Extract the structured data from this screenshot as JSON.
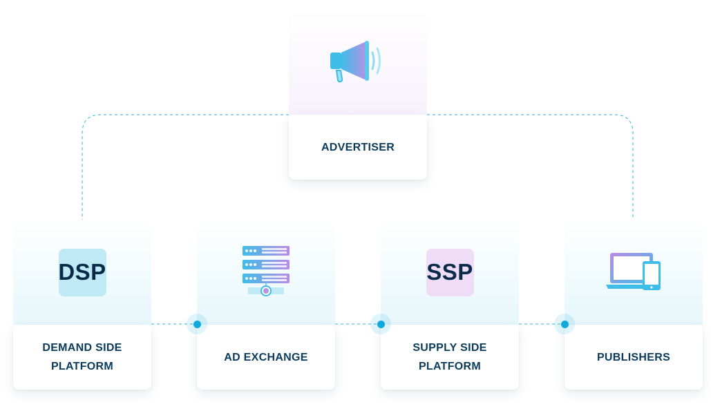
{
  "nodes": {
    "advertiser": {
      "label": "ADVERTISER",
      "icon": "megaphone-icon"
    },
    "dsp": {
      "label": "DEMAND SIDE PLATFORM",
      "badge": "DSP"
    },
    "ad_exchange": {
      "label": "AD EXCHANGE",
      "icon": "server-stack-icon"
    },
    "ssp": {
      "label": "SUPPLY SIDE PLATFORM",
      "badge": "SSP"
    },
    "publishers": {
      "label": "PUBLISHERS",
      "icon": "devices-icon"
    }
  },
  "colors": {
    "label_text": "#0b3b5a",
    "connector": "#27b2d9",
    "dsp_badge": "#bfe9f5",
    "ssp_badge": "#efdcf6"
  }
}
